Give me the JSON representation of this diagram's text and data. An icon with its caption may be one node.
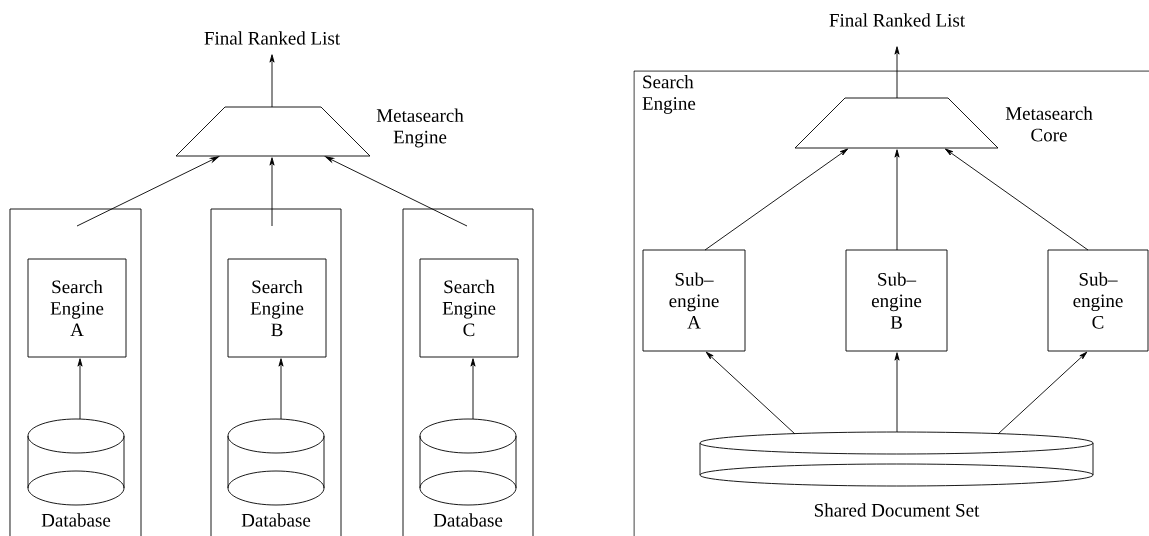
{
  "diagram": {
    "nodes": [
      {
        "text": [
          "Final Ranked List"
        ]
      },
      {
        "text": [
          "Metasearch Engine"
        ]
      },
      {
        "text": [],
        "shape": "box"
      },
      {
        "text": [
          "Search Engine A"
        ],
        "in": 2
      },
      {
        "text": [
          "Database"
        ],
        "in": 2
      },
      {
        "text": [],
        "shape": "box"
      },
      {
        "text": [
          "Search Engine B"
        ],
        "in": 5
      },
      {
        "text": [
          "Database"
        ],
        "in": 5
      },
      {
        "text": [],
        "shape": "box"
      },
      {
        "text": [
          "Search Engine C"
        ],
        "in": 8
      },
      {
        "text": [
          "Database"
        ],
        "in": 8
      },
      {
        "text": [
          "Final Ranked List"
        ]
      },
      {
        "text": [
          "Search Engine"
        ]
      },
      {
        "text": [
          "Metasearch Core"
        ],
        "in": 12
      },
      {
        "text": [
          "Sub– engine A"
        ],
        "in": 12
      },
      {
        "text": [
          "Sub– engine B"
        ],
        "in": 12
      },
      {
        "text": [
          "Sub– engine C"
        ],
        "in": 12
      },
      {
        "text": [
          "Shared Document Set"
        ],
        "in": 12
      }
    ],
    "edges": [
      {
        "from": 1,
        "to": 0,
        "arrow": "to"
      },
      {
        "from": 2,
        "to": 1,
        "arrow": "to"
      },
      {
        "from": 5,
        "to": 1,
        "arrow": "to"
      },
      {
        "from": 8,
        "to": 1,
        "arrow": "to"
      },
      {
        "from": 4,
        "to": 3,
        "arrow": "to"
      },
      {
        "from": 7,
        "to": 6,
        "arrow": "to"
      },
      {
        "from": 10,
        "to": 9,
        "arrow": "to"
      },
      {
        "from": 13,
        "to": 11,
        "arrow": "to"
      },
      {
        "from": 14,
        "to": 13,
        "arrow": "to"
      },
      {
        "from": 15,
        "to": 13,
        "arrow": "to"
      },
      {
        "from": 16,
        "to": 13,
        "arrow": "to"
      },
      {
        "from": 17,
        "to": 14,
        "arrow": "to"
      },
      {
        "from": 17,
        "to": 15,
        "arrow": "to"
      },
      {
        "from": 17,
        "to": 16,
        "arrow": "to"
      }
    ]
  }
}
